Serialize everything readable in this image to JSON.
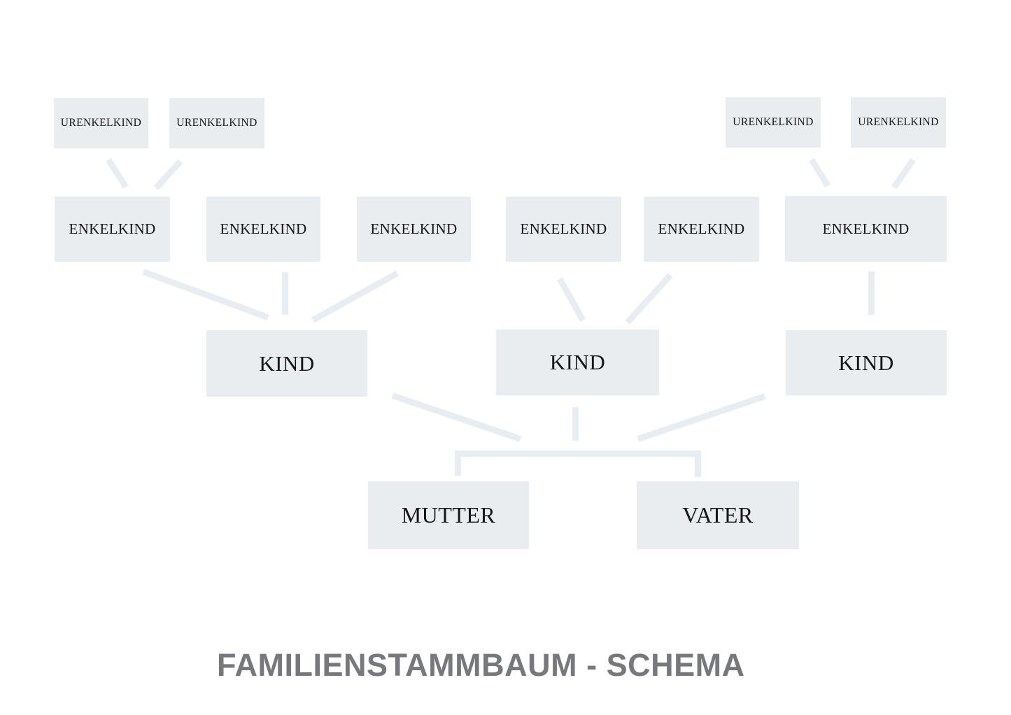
{
  "page": {
    "title": "FAMILIENSTAMMBAUM - SCHEMA"
  },
  "palette": {
    "box_fill": "#e9edf0",
    "connector": "#e8edf1",
    "box_text": "#16161a",
    "title_color": "#77787b",
    "background": "#ffffff"
  },
  "tree": {
    "great_grandchildren": [
      {
        "label": "URENKELKIND"
      },
      {
        "label": "URENKELKIND"
      },
      {
        "label": "URENKELKIND"
      },
      {
        "label": "URENKELKIND"
      }
    ],
    "grandchildren": [
      {
        "label": "ENKELKIND"
      },
      {
        "label": "ENKELKIND"
      },
      {
        "label": "ENKELKIND"
      },
      {
        "label": "ENKELKIND"
      },
      {
        "label": "ENKELKIND"
      },
      {
        "label": "ENKELKIND"
      }
    ],
    "children": [
      {
        "label": "KIND"
      },
      {
        "label": "KIND"
      },
      {
        "label": "KIND"
      }
    ],
    "parents": [
      {
        "label": "MUTTER"
      },
      {
        "label": "VATER"
      }
    ]
  }
}
